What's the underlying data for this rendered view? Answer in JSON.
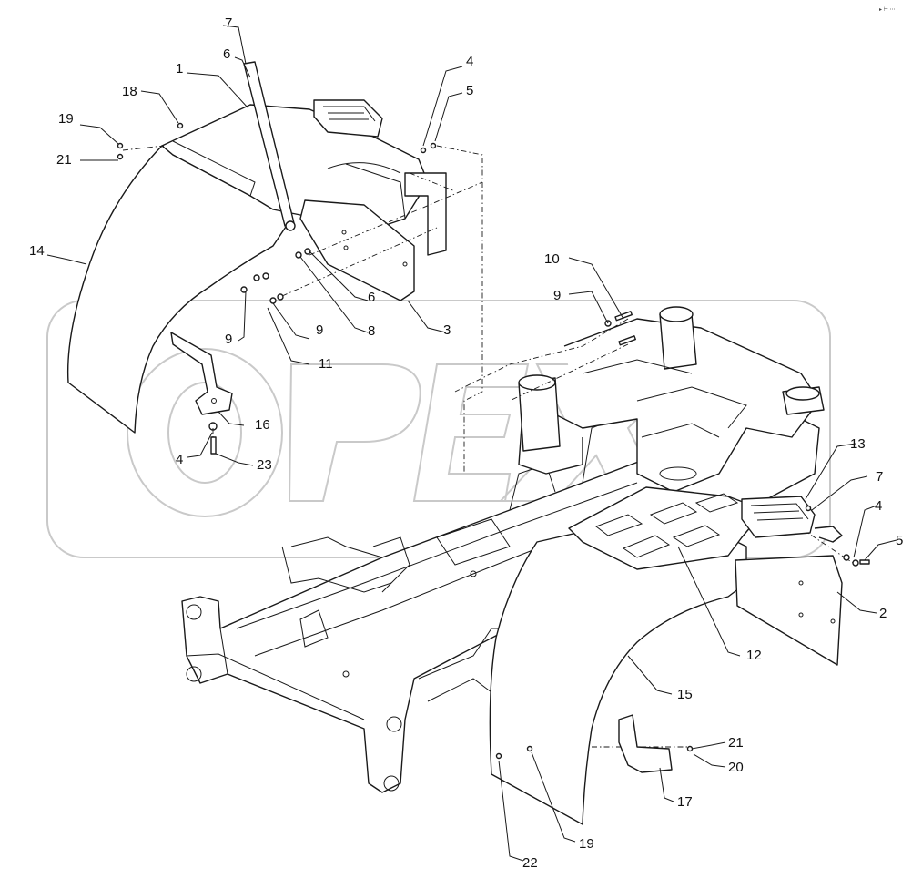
{
  "diagram": {
    "corner_text": "▸ ⊢ ⋯",
    "watermark_text": "OPEX",
    "callouts": [
      {
        "id": "c1",
        "label": "1"
      },
      {
        "id": "c2",
        "label": "2"
      },
      {
        "id": "c3",
        "label": "3"
      },
      {
        "id": "c4a",
        "label": "4"
      },
      {
        "id": "c4b",
        "label": "4"
      },
      {
        "id": "c4c",
        "label": "4"
      },
      {
        "id": "c5a",
        "label": "5"
      },
      {
        "id": "c5b",
        "label": "5"
      },
      {
        "id": "c6a",
        "label": "6"
      },
      {
        "id": "c6b",
        "label": "6"
      },
      {
        "id": "c7a",
        "label": "7"
      },
      {
        "id": "c7b",
        "label": "7"
      },
      {
        "id": "c8",
        "label": "8"
      },
      {
        "id": "c9a",
        "label": "9"
      },
      {
        "id": "c9b",
        "label": "9"
      },
      {
        "id": "c9c",
        "label": "9"
      },
      {
        "id": "c10",
        "label": "10"
      },
      {
        "id": "c11",
        "label": "11"
      },
      {
        "id": "c12",
        "label": "12"
      },
      {
        "id": "c13",
        "label": "13"
      },
      {
        "id": "c14",
        "label": "14"
      },
      {
        "id": "c15",
        "label": "15"
      },
      {
        "id": "c16",
        "label": "16"
      },
      {
        "id": "c17",
        "label": "17"
      },
      {
        "id": "c18",
        "label": "18"
      },
      {
        "id": "c19a",
        "label": "19"
      },
      {
        "id": "c19b",
        "label": "19"
      },
      {
        "id": "c20",
        "label": "20"
      },
      {
        "id": "c21a",
        "label": "21"
      },
      {
        "id": "c21b",
        "label": "21"
      },
      {
        "id": "c22",
        "label": "22"
      },
      {
        "id": "c23",
        "label": "23"
      }
    ]
  }
}
